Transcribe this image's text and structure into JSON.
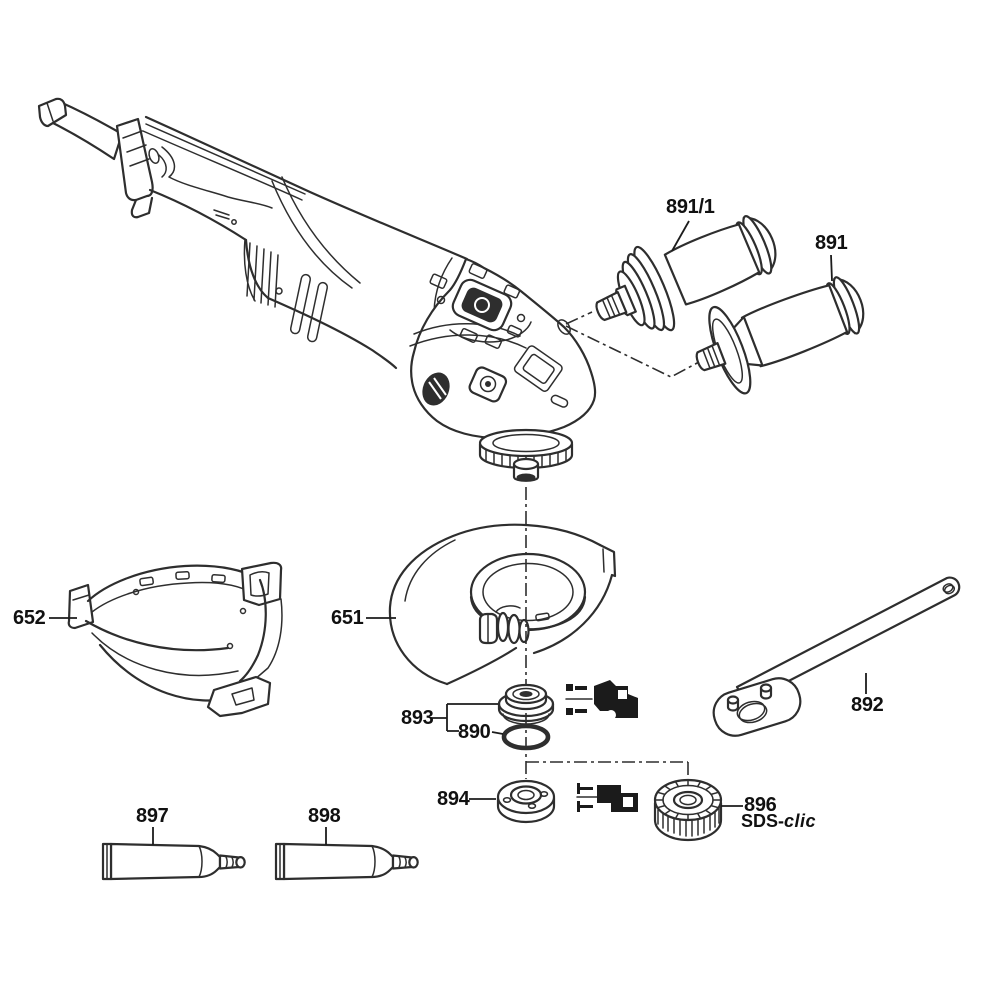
{
  "diagram": {
    "background": "#ffffff",
    "line_color": "#2e2e2e",
    "pictogram_color": "#1b1b1b",
    "callouts": {
      "antivibration_handle": "891/1",
      "auxiliary_handle": "891",
      "hand_guard": "652",
      "wheel_guard": "651",
      "pin_wrench": "892",
      "backing_flange": "893",
      "o_ring": "890",
      "clamping_nut": "894",
      "quick_clamping_nut": "896",
      "brand_prefix": "SDS-",
      "brand_suffix": "clic",
      "grease_tube_left": "897",
      "grease_tube_right": "898"
    },
    "pictograms": {
      "flange_mounting": "flange-orientation-pictogram",
      "nut_mounting": "nut-orientation-pictogram"
    }
  }
}
